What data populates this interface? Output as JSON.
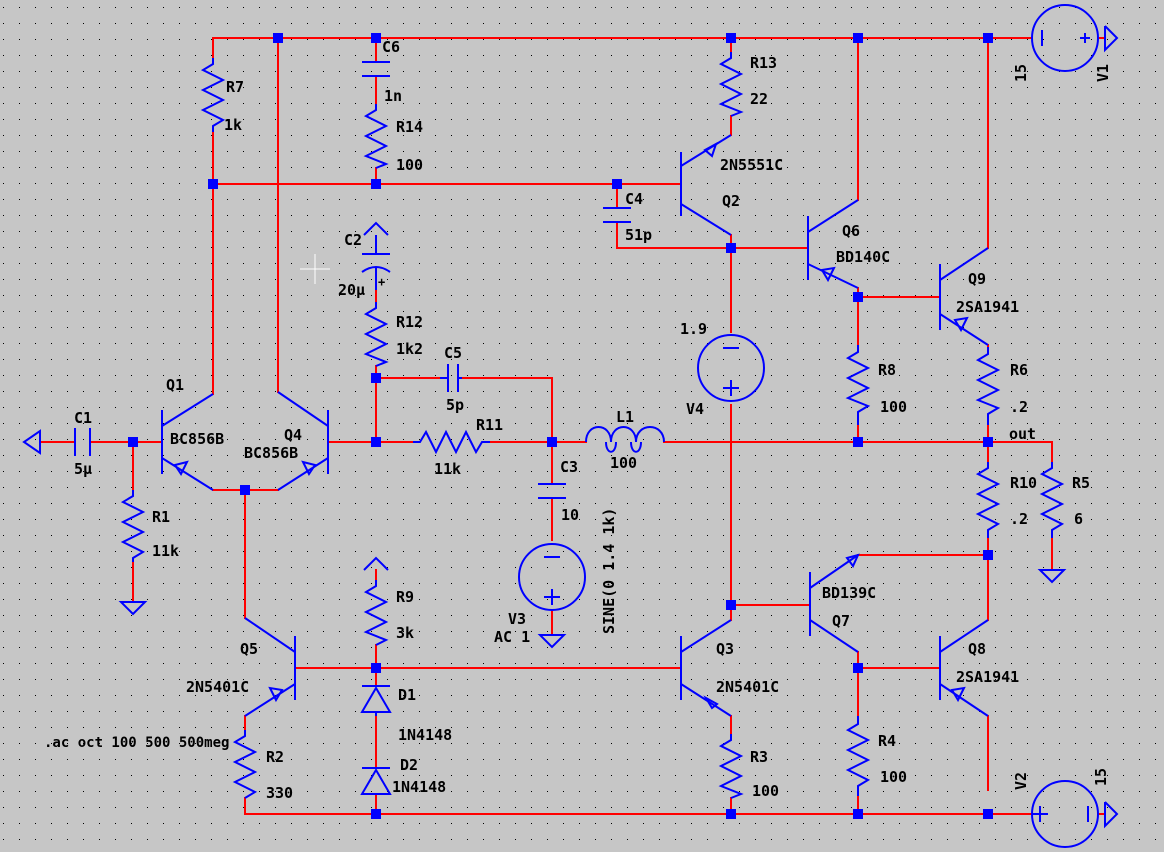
{
  "components": {
    "R7": {
      "name": "R7",
      "value": "1k"
    },
    "C6": {
      "name": "C6",
      "value": "1n"
    },
    "R14": {
      "name": "R14",
      "value": "100"
    },
    "R13": {
      "name": "R13",
      "value": "22"
    },
    "Q2": {
      "name": "Q2",
      "value": "2N5551C"
    },
    "C4": {
      "name": "C4",
      "value": "51p"
    },
    "C2": {
      "name": "C2",
      "value": "20µ"
    },
    "R12": {
      "name": "R12",
      "value": "1k2"
    },
    "C5": {
      "name": "C5",
      "value": "5p"
    },
    "Q6": {
      "name": "Q6",
      "value": "BD140C"
    },
    "Q9": {
      "name": "Q9",
      "value": "2SA1941"
    },
    "V1": {
      "name": "V1",
      "value": "15"
    },
    "V4": {
      "name": "V4",
      "value": "1.9"
    },
    "R8": {
      "name": "R8",
      "value": "100"
    },
    "R6": {
      "name": "R6",
      "value": ".2"
    },
    "Q1": {
      "name": "Q1",
      "value": "BC856B"
    },
    "Q4": {
      "name": "Q4",
      "value": "BC856B"
    },
    "C1": {
      "name": "C1",
      "value": "5µ"
    },
    "R11": {
      "name": "R11",
      "value": "11k"
    },
    "L1": {
      "name": "L1",
      "value": "100"
    },
    "C3": {
      "name": "C3",
      "value": "10"
    },
    "R1": {
      "name": "R1",
      "value": "11k"
    },
    "V3": {
      "name": "V3",
      "value": "SINE(0 1.4 1k)",
      "ac": "AC 1"
    },
    "R10": {
      "name": "R10",
      "value": ".2"
    },
    "R5": {
      "name": "R5",
      "value": "6"
    },
    "Q7": {
      "name": "Q7",
      "value": "BD139C"
    },
    "Q5": {
      "name": "Q5",
      "value": "2N5401C"
    },
    "R9": {
      "name": "R9",
      "value": "3k"
    },
    "D1": {
      "name": "D1",
      "value": "1N4148"
    },
    "D2": {
      "name": "D2",
      "value": "1N4148"
    },
    "Q3": {
      "name": "Q3",
      "value": "2N5401C"
    },
    "R3": {
      "name": "R3",
      "value": "100"
    },
    "R4": {
      "name": "R4",
      "value": "100"
    },
    "Q8": {
      "name": "Q8",
      "value": "2SA1941"
    },
    "R2": {
      "name": "R2",
      "value": "330"
    },
    "V2": {
      "name": "V2",
      "value": "15"
    }
  },
  "net_labels": {
    "out": "out"
  },
  "directive": ".ac oct 100 500 500meg",
  "colors": {
    "background": "#c6c6c6",
    "wire": "#ff0000",
    "component": "#0000ff",
    "grid_dot": "#000000",
    "text": "#000000"
  }
}
